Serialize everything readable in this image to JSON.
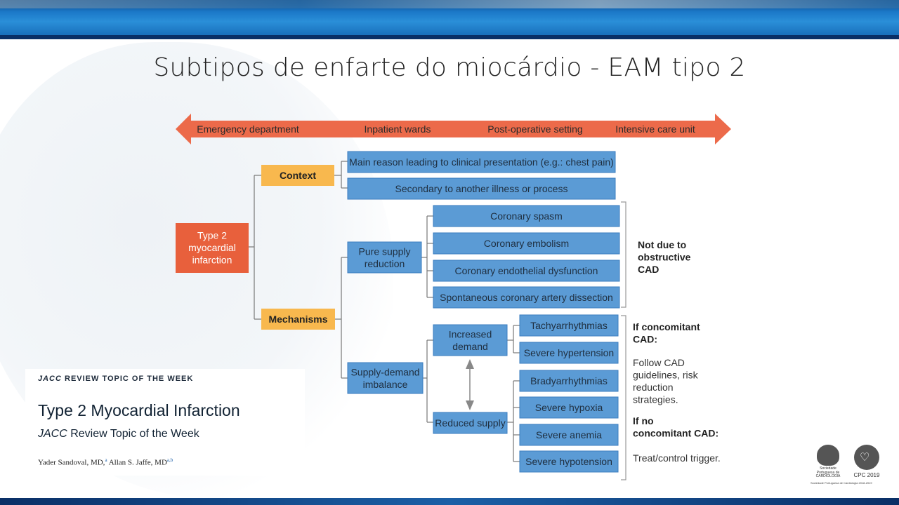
{
  "slide": {
    "title": "Subtipos de enfarte do miocárdio - EAM tipo 2"
  },
  "arrow": {
    "labels": [
      "Emergency department",
      "Inpatient wards",
      "Post-operative setting",
      "Intensive care unit"
    ],
    "color": "#ec6a4a"
  },
  "diagram": {
    "root": "Type 2 myocardial infarction",
    "context": "Context",
    "context_items": [
      "Main reason leading to clinical presentation (e.g.: chest pain)",
      "Secondary to another illness or process"
    ],
    "mechanisms": "Mechanisms",
    "pure_supply": "Pure supply reduction",
    "pure_supply_items": [
      "Coronary spasm",
      "Coronary embolism",
      "Coronary endothelial dysfunction",
      "Spontaneous coronary artery dissection"
    ],
    "not_cad_note": "Not due to obstructive CAD",
    "supply_demand": "Supply-demand imbalance",
    "increased_demand": "Increased demand",
    "increased_demand_items": [
      "Tachyarrhythmias",
      "Severe hypertension"
    ],
    "reduced_supply": "Reduced supply",
    "reduced_supply_items": [
      "Bradyarrhythmias",
      "Severe hypoxia",
      "Severe anemia",
      "Severe hypotension"
    ],
    "note_if_cad": "If concomitant CAD:",
    "note_follow": "Follow CAD guidelines, risk reduction strategies.",
    "note_if_no_cad": "If no concomitant CAD:",
    "note_treat": "Treat/control trigger.",
    "colors": {
      "root": "#e8603c",
      "category": "#f8b84e",
      "box": "#5b9bd5",
      "box_border": "#3b7cbf",
      "line": "#777777"
    }
  },
  "paper": {
    "kicker_italic": "JACC",
    "kicker_rest": " REVIEW TOPIC OF THE WEEK",
    "title": "Type 2 Myocardial Infarction",
    "subtitle_italic": "JACC",
    "subtitle_rest": " Review Topic of the Week",
    "author1": "Yader Sandoval, MD,",
    "author1_sup": "a",
    "author2": " Allan S. Jaffe, MD",
    "author2_sup": "a,b"
  },
  "logos": {
    "spc_label": "Sociedade Portuguesa de CARDIOLOGIA",
    "cpc_label": "CPC 2019",
    "footer": "Sociedade Portuguesa de Cardiologia 2018-2019"
  }
}
